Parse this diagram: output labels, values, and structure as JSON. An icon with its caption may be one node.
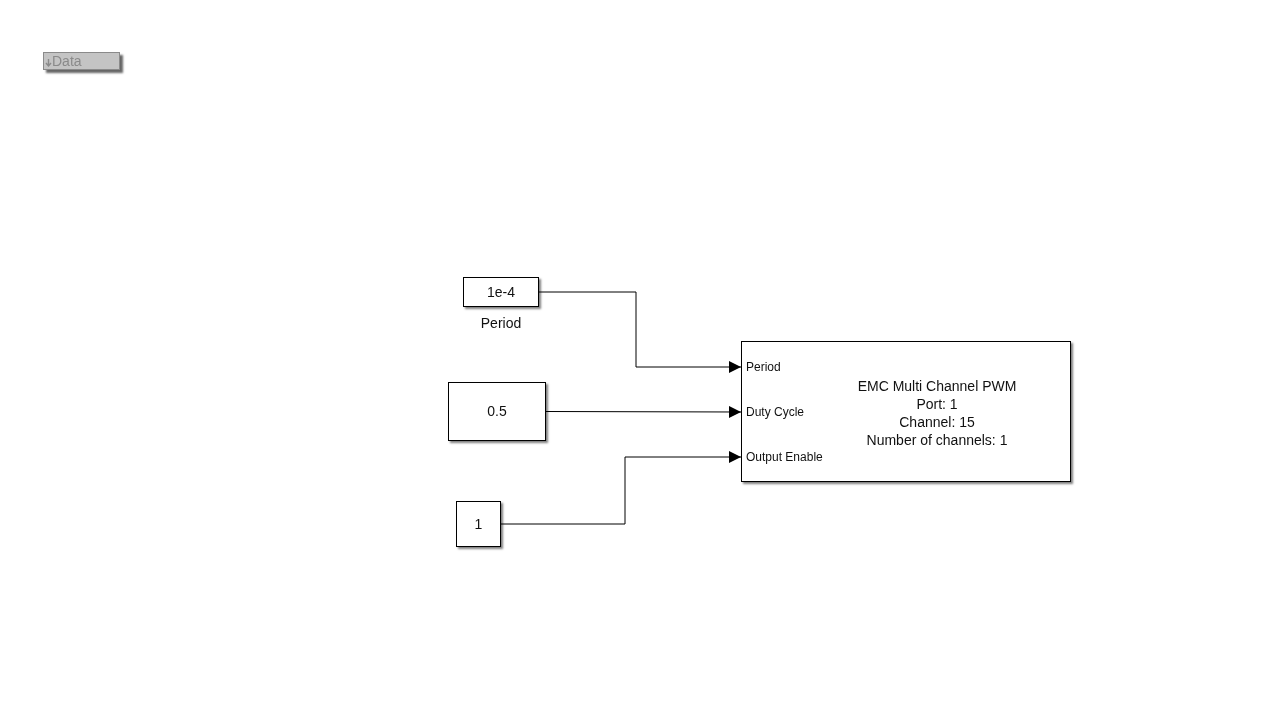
{
  "diagram": {
    "nodes": [
      {
        "text": [
          "Data"
        ]
      },
      {
        "text": [
          "1e-4"
        ],
        "beside": [
          "Period"
        ]
      },
      {
        "text": [
          "0.5"
        ]
      },
      {
        "text": [
          "1"
        ]
      },
      {
        "text": [
          "Period",
          "Duty Cycle",
          "Output Enable",
          "EMC Multi Channel PWM",
          "Port: 1",
          "Channel: 15",
          "Number of channels: 1"
        ]
      }
    ],
    "edges": [
      {
        "from": 1,
        "to": 4,
        "arrow": "to"
      },
      {
        "from": 2,
        "to": 4,
        "arrow": "to"
      },
      {
        "from": 3,
        "to": 4,
        "arrow": "to"
      }
    ]
  }
}
